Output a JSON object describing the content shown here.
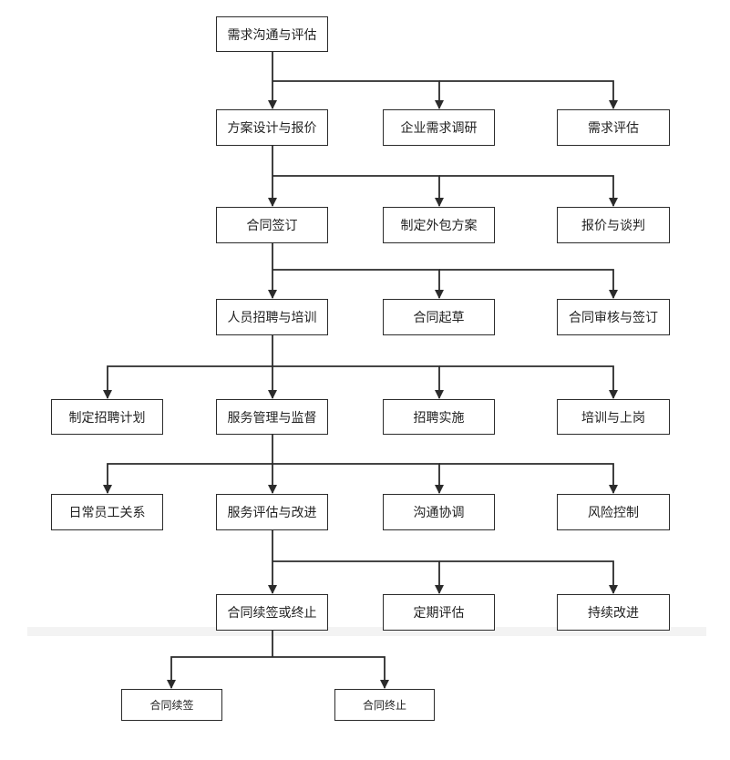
{
  "nodes": {
    "n_req_comm": "需求沟通与评估",
    "n_plan": "方案设计与报价",
    "n_research": "企业需求调研",
    "n_req_eval": "需求评估",
    "n_contract": "合同签订",
    "n_outsource": "制定外包方案",
    "n_quote": "报价与谈判",
    "n_recruit": "人员招聘与培训",
    "n_draft": "合同起草",
    "n_review": "合同审核与签订",
    "n_recruit_plan": "制定招聘计划",
    "n_service": "服务管理与监督",
    "n_recruit_exec": "招聘实施",
    "n_train": "培训与上岗",
    "n_daily": "日常员工关系",
    "n_improve": "服务评估与改进",
    "n_coordinate": "沟通协调",
    "n_risk": "风险控制",
    "n_renew": "合同续签或终止",
    "n_periodic": "定期评估",
    "n_continuous": "持续改进",
    "n_renewal": "合同续签",
    "n_termination": "合同终止"
  }
}
